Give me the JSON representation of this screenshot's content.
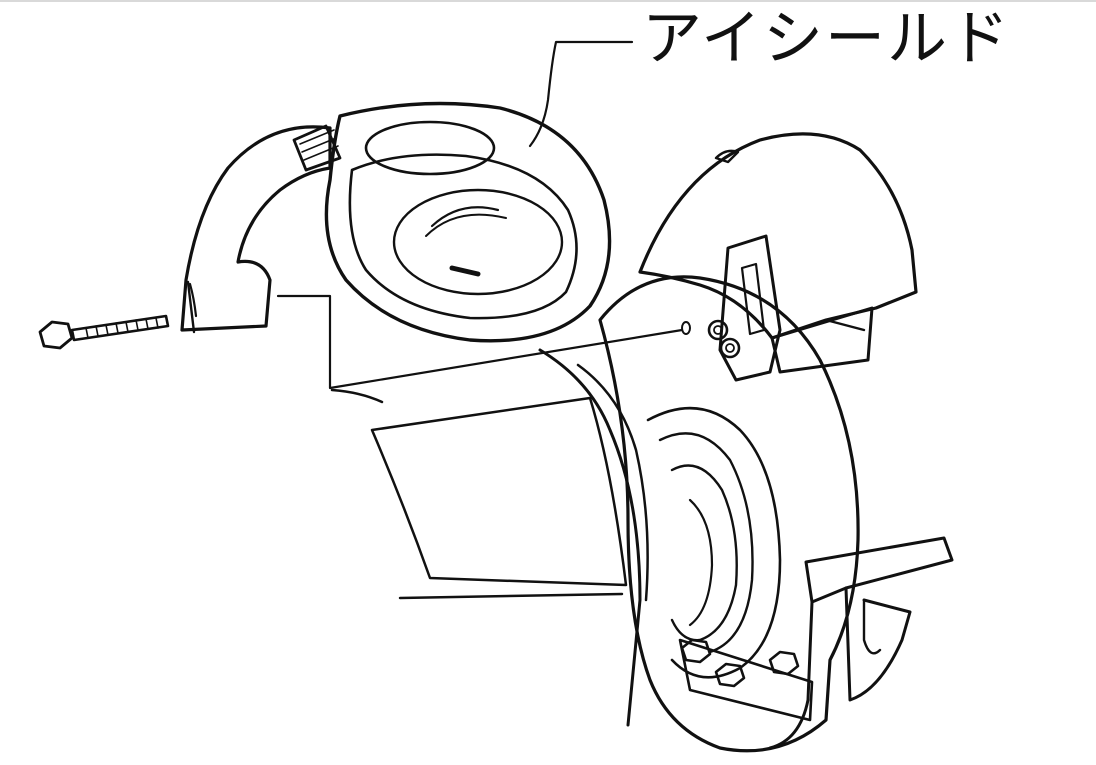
{
  "callout": {
    "label": "アイシールド"
  },
  "colors": {
    "line": "#111111",
    "background": "#ffffff"
  },
  "parts": [
    "eye-shield",
    "bolt",
    "wheel-guard",
    "grinding-wheel",
    "motor-housing",
    "tool-rest"
  ]
}
